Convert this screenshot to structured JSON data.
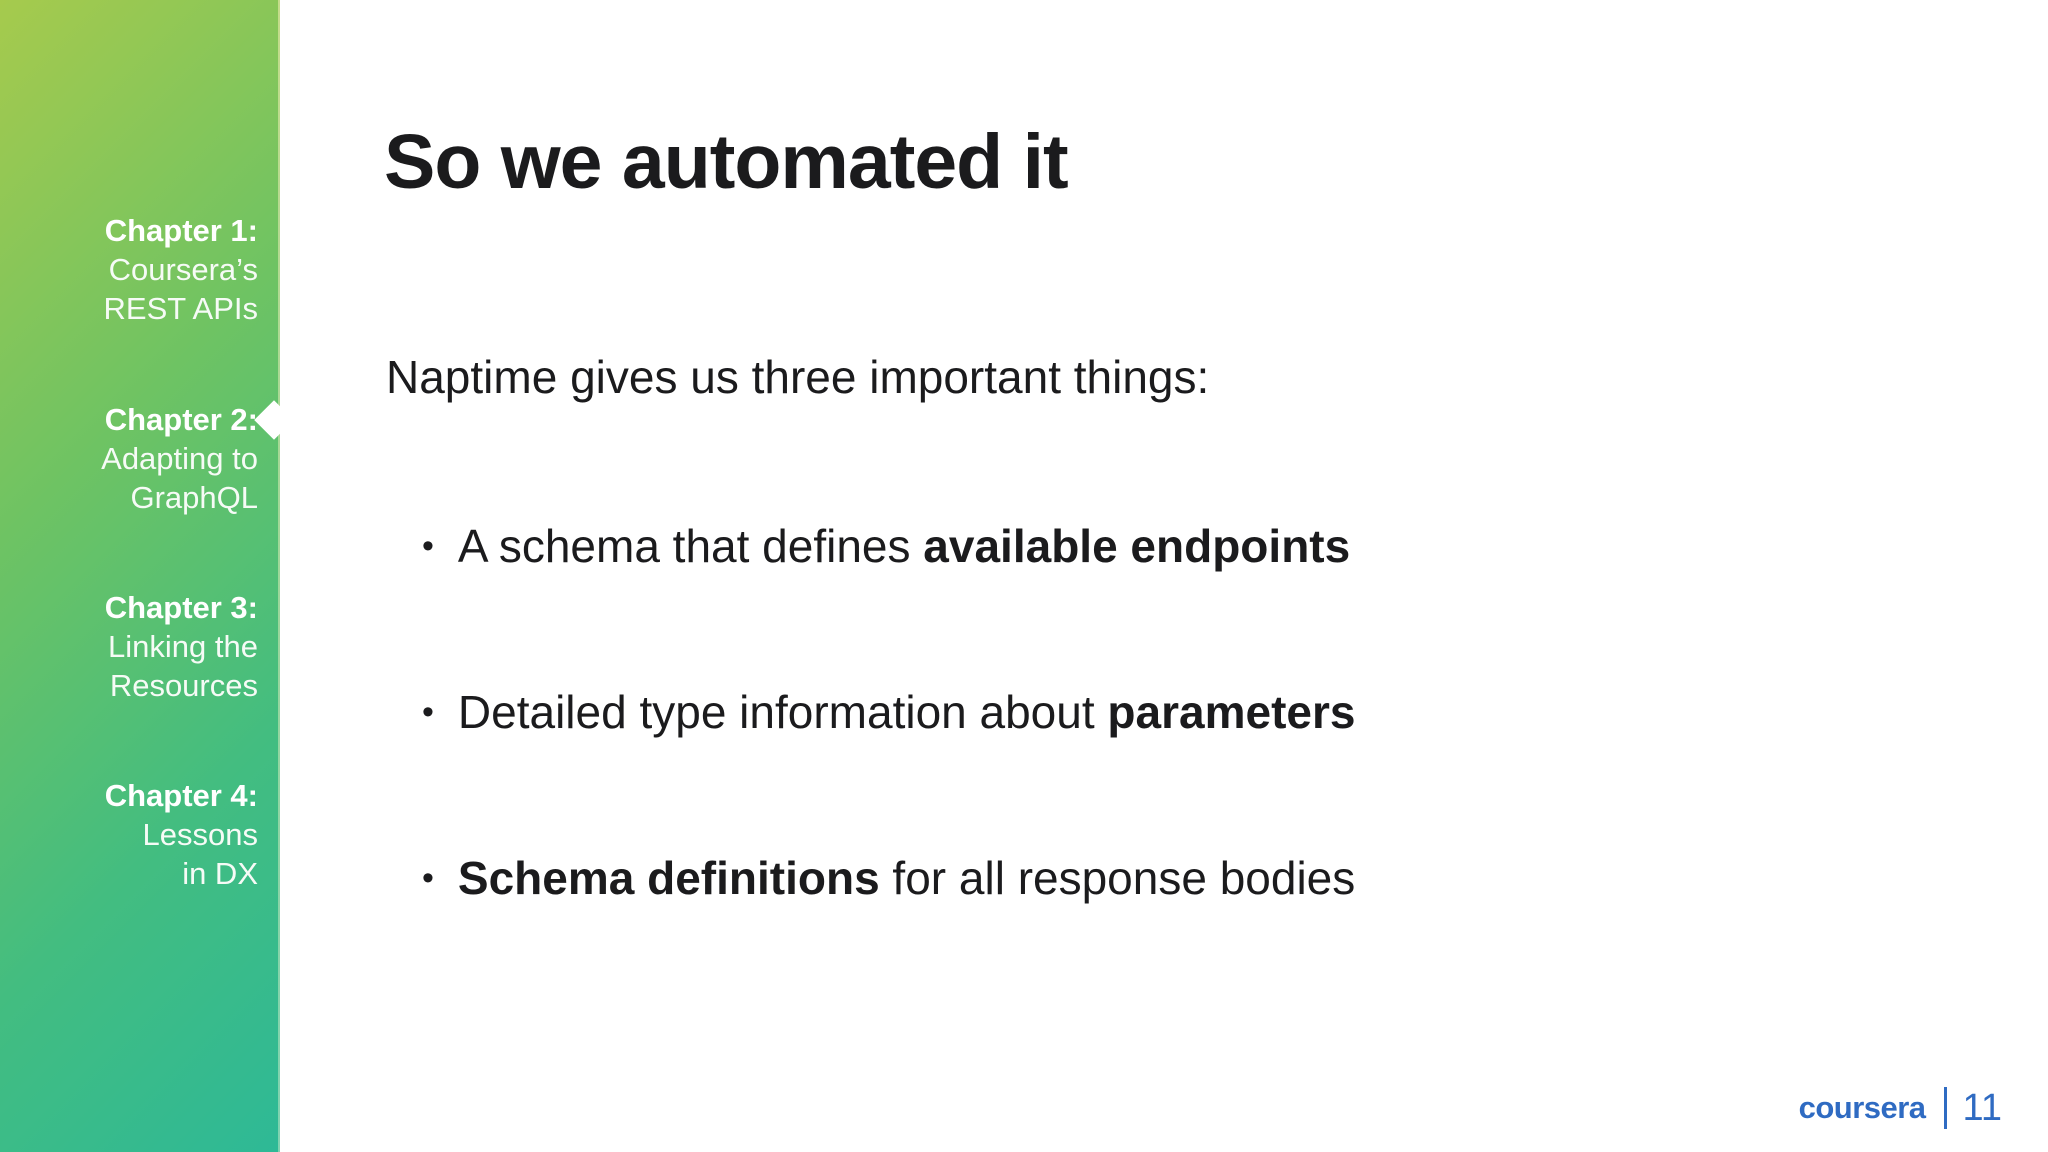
{
  "sidebar": {
    "chapters": [
      {
        "label": "Chapter 1:",
        "line1": "Coursera’s",
        "line2": "REST APIs",
        "active": false
      },
      {
        "label": "Chapter 2:",
        "line1": "Adapting to",
        "line2": "GraphQL",
        "active": true
      },
      {
        "label": "Chapter 3:",
        "line1": "Linking the",
        "line2": "Resources",
        "active": false
      },
      {
        "label": "Chapter 4:",
        "line1": "Lessons",
        "line2": "in DX",
        "active": false
      }
    ]
  },
  "slide": {
    "title": "So we automated it",
    "intro": "Naptime gives us three important things:",
    "bullets": [
      {
        "pre": "A schema that defines ",
        "bold": "available endpoints",
        "post": ""
      },
      {
        "pre": "Detailed type information about ",
        "bold": "parameters",
        "post": ""
      },
      {
        "pre": "",
        "bold": "Schema definitions",
        "post": " for all response bodies"
      }
    ],
    "bullet_glyph": "•"
  },
  "footer": {
    "logo": "coursera",
    "page": "11"
  },
  "colors": {
    "gradient_top": "#a6ca4d",
    "gradient_mid": "#6ec363",
    "gradient_bottom": "#2eb996",
    "brand_blue": "#2f6bc2",
    "text": "#1b1b1d",
    "sidebar_text": "#ffffff"
  }
}
